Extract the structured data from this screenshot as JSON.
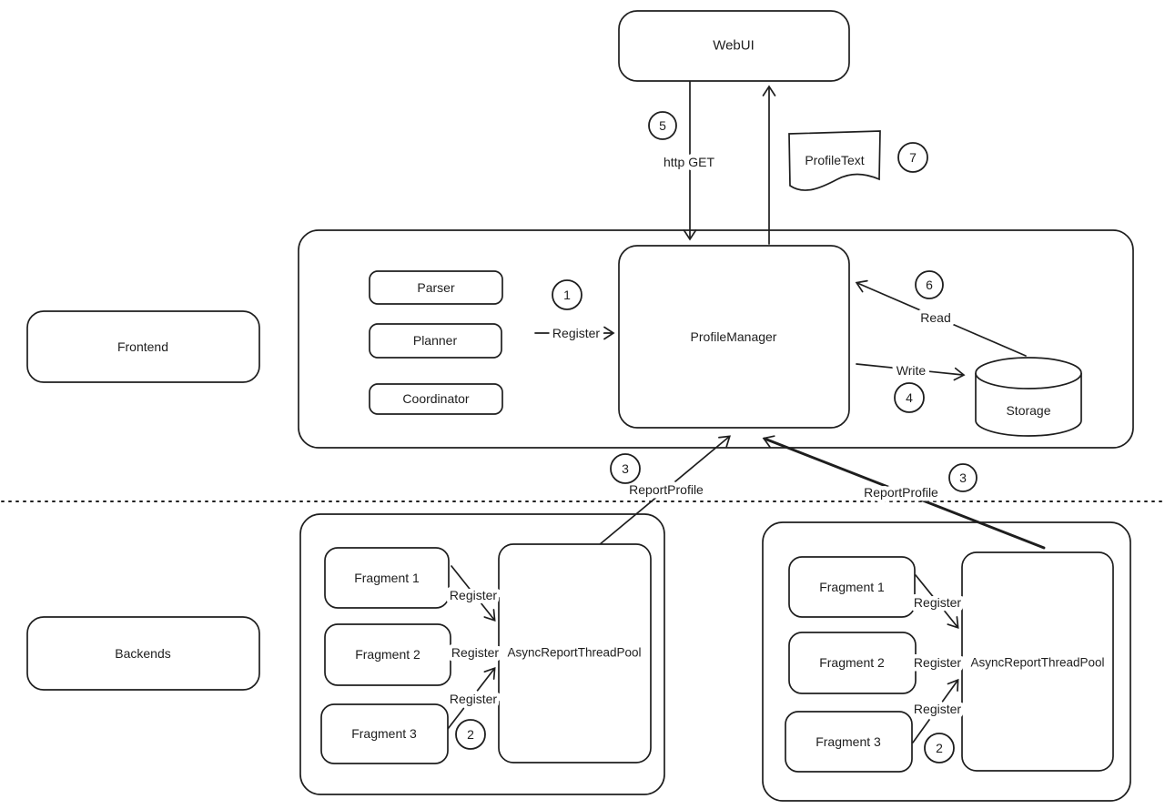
{
  "colors": {
    "stroke": "#1e1e1e",
    "background": "#ffffff"
  },
  "nodes": {
    "webui": "WebUI",
    "profile_text": "ProfileText",
    "frontend": "Frontend",
    "backends": "Backends",
    "parser": "Parser",
    "planner": "Planner",
    "coordinator": "Coordinator",
    "profile_manager": "ProfileManager",
    "storage": "Storage"
  },
  "edges": {
    "http_get": "http GET",
    "register": "Register",
    "read": "Read",
    "write": "Write",
    "report_profile": "ReportProfile"
  },
  "badges": {
    "1": "1",
    "2": "2",
    "3": "3",
    "4": "4",
    "5": "5",
    "6": "6",
    "7": "7"
  },
  "backend_left": {
    "fragments": [
      "Fragment 1",
      "Fragment 2",
      "Fragment 3"
    ],
    "pool": "AsyncReportThreadPool",
    "register_labels": [
      "Register",
      "Register",
      "Register"
    ]
  },
  "backend_right": {
    "fragments": [
      "Fragment 1",
      "Fragment 2",
      "Fragment 3"
    ],
    "pool": "AsyncReportThreadPool",
    "register_labels": [
      "Register",
      "Register",
      "Register"
    ]
  }
}
